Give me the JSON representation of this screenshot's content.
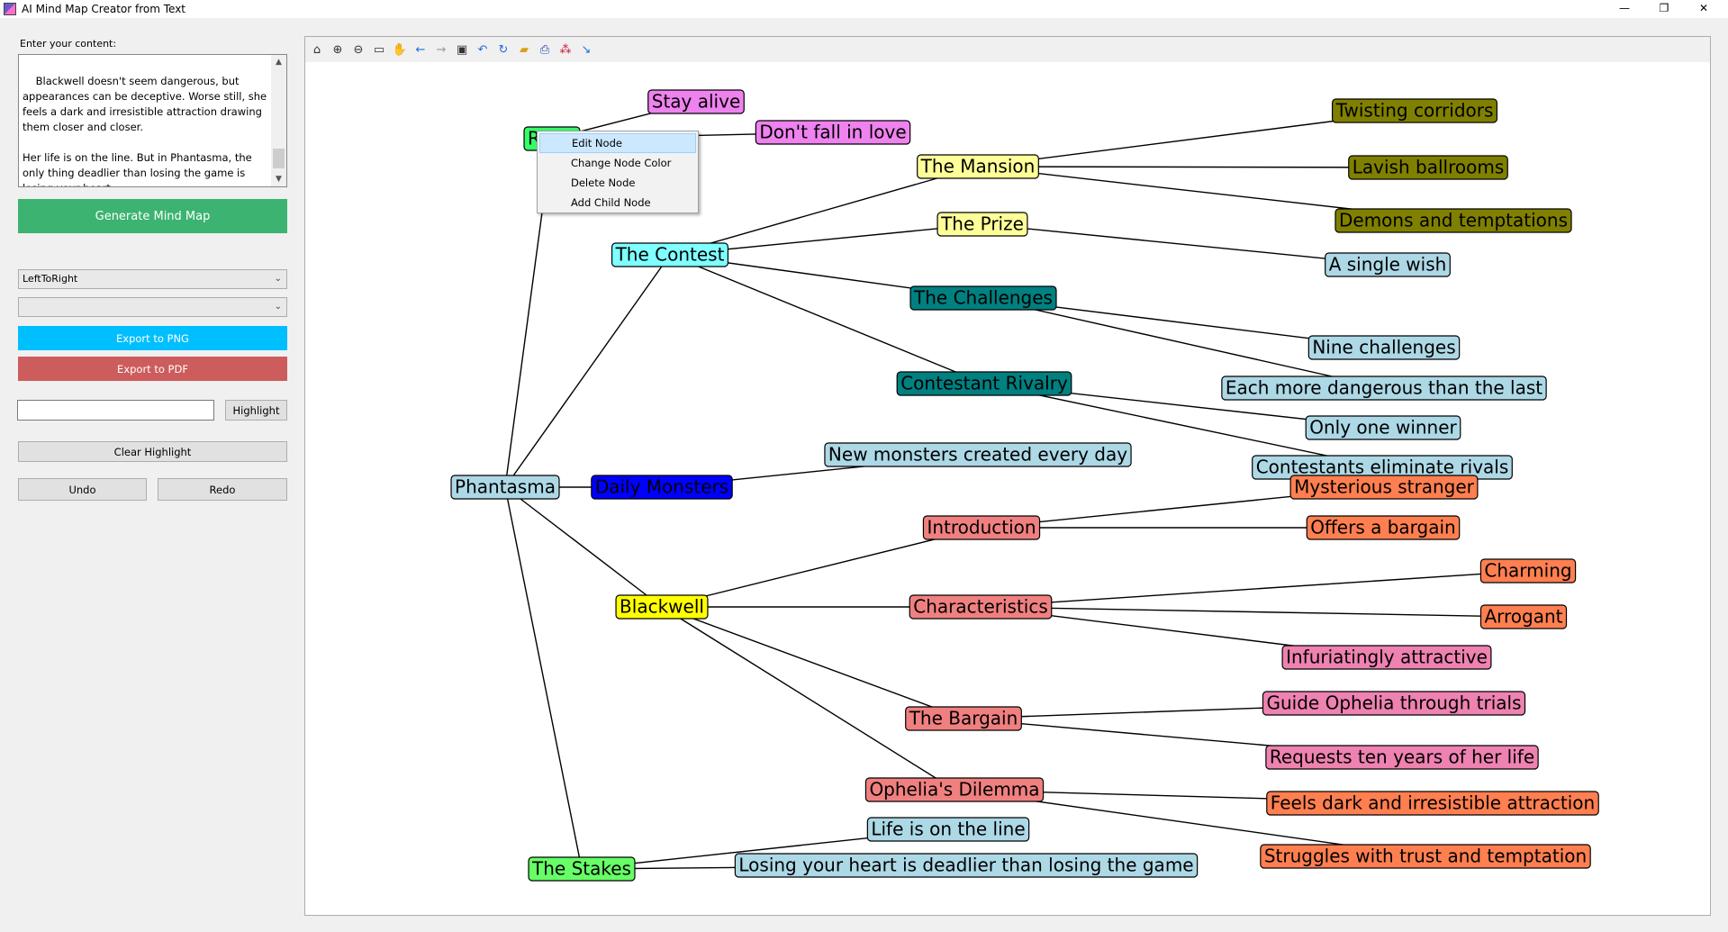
{
  "window": {
    "title": "AI Mind Map Creator from Text",
    "controls": {
      "minimize": "—",
      "maximize": "❐",
      "close": "✕"
    }
  },
  "left_panel": {
    "content_label": "Enter your content:",
    "content_text": "Blackwell doesn't seem dangerous, but appearances can be deceptive. Worse still, she feels a dark and irresistible attraction drawing them closer and closer.\n\nHer life is on the line. But in Phantasma, the only thing deadlier than losing the game is losing your heart...",
    "generate_button": "Generate Mind Map",
    "layout_select": "LeftToRight",
    "second_select": "",
    "export_png": "Export to PNG",
    "export_pdf": "Export to PDF",
    "highlight_input": "",
    "highlight_button": "Highlight",
    "clear_highlight": "Clear Highlight",
    "undo": "Undo",
    "redo": "Redo"
  },
  "toolbar_icons": [
    "home-icon",
    "zoom-in-icon",
    "zoom-out-icon",
    "zoom-rect-icon",
    "pan-icon",
    "back-icon",
    "forward-icon",
    "save-icon",
    "undo-view-icon",
    "refresh-icon",
    "open-folder-icon",
    "print-icon",
    "layout-icon",
    "pointer-icon"
  ],
  "context_menu": {
    "items": [
      "Edit Node",
      "Change Node Color",
      "Delete Node",
      "Add Child Node"
    ],
    "selected": "Edit Node"
  },
  "colors": {
    "lightblue": "#add8e6",
    "green_light": "#33ff66",
    "violet": "#ee82ee",
    "cyan": "#7fffff",
    "yellow_light": "#ffff99",
    "olive": "#808000",
    "teal": "#008080",
    "blue": "#0000ff",
    "salmon": "#f08080",
    "coral": "#ff7f50",
    "pink": "#ee82b0",
    "lime": "#66ff66",
    "yellow": "#ffff00"
  },
  "mind_map": {
    "nodes": [
      {
        "id": "phantasma",
        "label": "Phantasma",
        "color": "#add8e6"
      },
      {
        "id": "rules",
        "label": "Rules",
        "color": "#33ff66"
      },
      {
        "id": "stay_alive",
        "label": "Stay alive",
        "color": "#ee82ee"
      },
      {
        "id": "dont_fall",
        "label": "Don't fall in love",
        "color": "#ee82ee"
      },
      {
        "id": "contest",
        "label": "The Contest",
        "color": "#7fffff"
      },
      {
        "id": "mansion",
        "label": "The Mansion",
        "color": "#ffff99"
      },
      {
        "id": "twisting",
        "label": "Twisting corridors",
        "color": "#808000"
      },
      {
        "id": "ballrooms",
        "label": "Lavish ballrooms",
        "color": "#808000"
      },
      {
        "id": "demons",
        "label": "Demons and temptations",
        "color": "#808000"
      },
      {
        "id": "prize",
        "label": "The Prize",
        "color": "#ffff99"
      },
      {
        "id": "wish",
        "label": "A single wish",
        "color": "#add8e6"
      },
      {
        "id": "challenges",
        "label": "The Challenges",
        "color": "#008080"
      },
      {
        "id": "nine",
        "label": "Nine challenges",
        "color": "#add8e6"
      },
      {
        "id": "each_more",
        "label": "Each more dangerous than the last",
        "color": "#add8e6"
      },
      {
        "id": "rivalry",
        "label": "Contestant Rivalry",
        "color": "#008080"
      },
      {
        "id": "one_winner",
        "label": "Only one winner",
        "color": "#add8e6"
      },
      {
        "id": "eliminate",
        "label": "Contestants eliminate rivals",
        "color": "#add8e6"
      },
      {
        "id": "daily",
        "label": "Daily Monsters",
        "color": "#0000ff"
      },
      {
        "id": "new_monsters",
        "label": "New monsters created every day",
        "color": "#add8e6"
      },
      {
        "id": "blackwell",
        "label": "Blackwell",
        "color": "#ffff00"
      },
      {
        "id": "intro",
        "label": "Introduction",
        "color": "#f08080"
      },
      {
        "id": "stranger",
        "label": "Mysterious stranger",
        "color": "#ff7f50"
      },
      {
        "id": "bargain_offer",
        "label": "Offers a bargain",
        "color": "#ff7f50"
      },
      {
        "id": "characteristics",
        "label": "Characteristics",
        "color": "#f08080"
      },
      {
        "id": "charming",
        "label": "Charming",
        "color": "#ff7f50"
      },
      {
        "id": "arrogant",
        "label": "Arrogant",
        "color": "#ff7f50"
      },
      {
        "id": "infuriating",
        "label": "Infuriatingly attractive",
        "color": "#ee82b0"
      },
      {
        "id": "bargain",
        "label": "The Bargain",
        "color": "#f08080"
      },
      {
        "id": "guide",
        "label": "Guide Ophelia through trials",
        "color": "#ee82b0"
      },
      {
        "id": "ten_years",
        "label": "Requests ten years of her life",
        "color": "#ee82b0"
      },
      {
        "id": "dilemma",
        "label": "Ophelia's Dilemma",
        "color": "#f08080"
      },
      {
        "id": "feels_dark",
        "label": "Feels dark and irresistible attraction",
        "color": "#ff7f50"
      },
      {
        "id": "struggles",
        "label": "Struggles with trust and temptation",
        "color": "#ff7f50"
      },
      {
        "id": "stakes",
        "label": "The Stakes",
        "color": "#66ff66"
      },
      {
        "id": "life_line",
        "label": "Life is on the line",
        "color": "#add8e6"
      },
      {
        "id": "losing_heart",
        "label": "Losing your heart is deadlier than losing the game",
        "color": "#add8e6"
      }
    ],
    "edges": [
      [
        "phantasma",
        "rules"
      ],
      [
        "rules",
        "stay_alive"
      ],
      [
        "rules",
        "dont_fall"
      ],
      [
        "phantasma",
        "contest"
      ],
      [
        "contest",
        "mansion"
      ],
      [
        "mansion",
        "twisting"
      ],
      [
        "mansion",
        "ballrooms"
      ],
      [
        "mansion",
        "demons"
      ],
      [
        "contest",
        "prize"
      ],
      [
        "prize",
        "wish"
      ],
      [
        "contest",
        "challenges"
      ],
      [
        "challenges",
        "nine"
      ],
      [
        "challenges",
        "each_more"
      ],
      [
        "contest",
        "rivalry"
      ],
      [
        "rivalry",
        "one_winner"
      ],
      [
        "rivalry",
        "eliminate"
      ],
      [
        "phantasma",
        "daily"
      ],
      [
        "daily",
        "new_monsters"
      ],
      [
        "phantasma",
        "blackwell"
      ],
      [
        "blackwell",
        "intro"
      ],
      [
        "intro",
        "stranger"
      ],
      [
        "intro",
        "bargain_offer"
      ],
      [
        "blackwell",
        "characteristics"
      ],
      [
        "characteristics",
        "charming"
      ],
      [
        "characteristics",
        "arrogant"
      ],
      [
        "characteristics",
        "infuriating"
      ],
      [
        "blackwell",
        "bargain"
      ],
      [
        "bargain",
        "guide"
      ],
      [
        "bargain",
        "ten_years"
      ],
      [
        "blackwell",
        "dilemma"
      ],
      [
        "dilemma",
        "feels_dark"
      ],
      [
        "dilemma",
        "struggles"
      ],
      [
        "phantasma",
        "stakes"
      ],
      [
        "stakes",
        "life_line"
      ],
      [
        "stakes",
        "losing_heart"
      ]
    ],
    "highlighted_node": "blackwell"
  }
}
